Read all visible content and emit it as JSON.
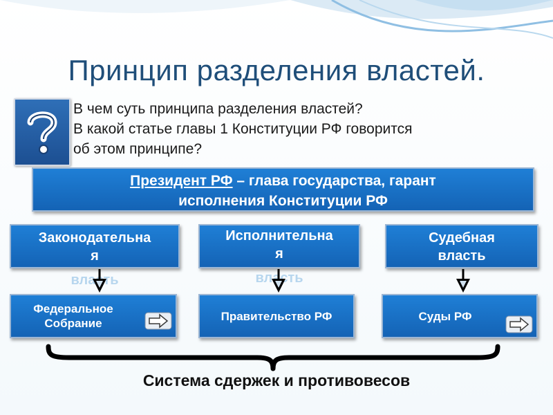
{
  "slide": {
    "title": "Принцип разделения властей.",
    "question_lines": [
      "В чем суть принципа разделения властей?",
      "В какой статье главы 1 Конституции РФ говорится",
      "об этом принципе?"
    ],
    "president": {
      "link_text": "Президент РФ",
      "rest_line1": " – глава государства, гарант",
      "line2": "исполнения Конституции РФ"
    },
    "branches": [
      {
        "line1": "Законодательна",
        "line2": "я",
        "ghost": "власть"
      },
      {
        "line1": "Исполнительна",
        "line2": "я",
        "ghost": "власть"
      },
      {
        "line1": "Судебная",
        "line2": "власть"
      }
    ],
    "organs": [
      {
        "line1": "Федеральное",
        "line2": "Собрание"
      },
      {
        "line1": "Правительство РФ"
      },
      {
        "line1": "Суды РФ"
      }
    ],
    "checks_label": "Система сдержек и противовесов"
  },
  "icons": {
    "question": "question-mark-icon",
    "down_arrow": "down-arrow-icon",
    "next": "right-arrow-icon",
    "brace": "curly-brace"
  },
  "colors": {
    "title": "#1f4e79",
    "box_blue": "#1a72c9",
    "ghost_text": "#b7d6ee"
  }
}
